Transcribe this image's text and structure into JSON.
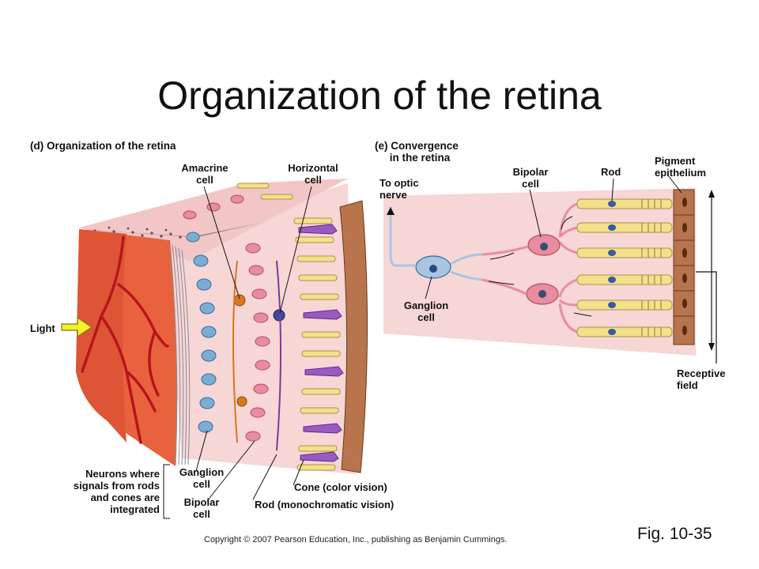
{
  "slide": {
    "title": "Organization of the retina"
  },
  "panel_d": {
    "heading": "(d) Organization of the retina",
    "labels": {
      "amacrine": "Amacrine\ncell",
      "horizontal": "Horizontal\ncell",
      "light": "Light",
      "neurons": "Neurons where\nsignals from rods\nand cones are\nintegrated",
      "ganglion": "Ganglion\ncell",
      "bipolar": "Bipolar\ncell",
      "cone": "Cone (color vision)",
      "rod": "Rod (monochromatic vision)"
    }
  },
  "panel_e": {
    "heading": "(e) Convergence\n     in the retina",
    "labels": {
      "optic": "To optic\nnerve",
      "bipolar": "Bipolar\ncell",
      "rod": "Rod",
      "pigment": "Pigment\nepithelium",
      "ganglion": "Ganglion\ncell",
      "receptive": "Receptive\nfield"
    }
  },
  "footer": {
    "copyright": "Copyright © 2007 Pearson Education, Inc., publishing as Benjamin Cummings.",
    "fig": "Fig. 10-35"
  },
  "colors": {
    "tissue": "#e8623e",
    "vessel": "#b8141c",
    "background_pink": "#f7d6d6",
    "neuron_pink": "#e88ca0",
    "ganglion_blue": "#7aaed6",
    "rod_yellow": "#f3e08a",
    "cone_purple": "#9a5ac0",
    "pigment_brown": "#b8744c",
    "arrow_yellow": "#f4f02a"
  }
}
